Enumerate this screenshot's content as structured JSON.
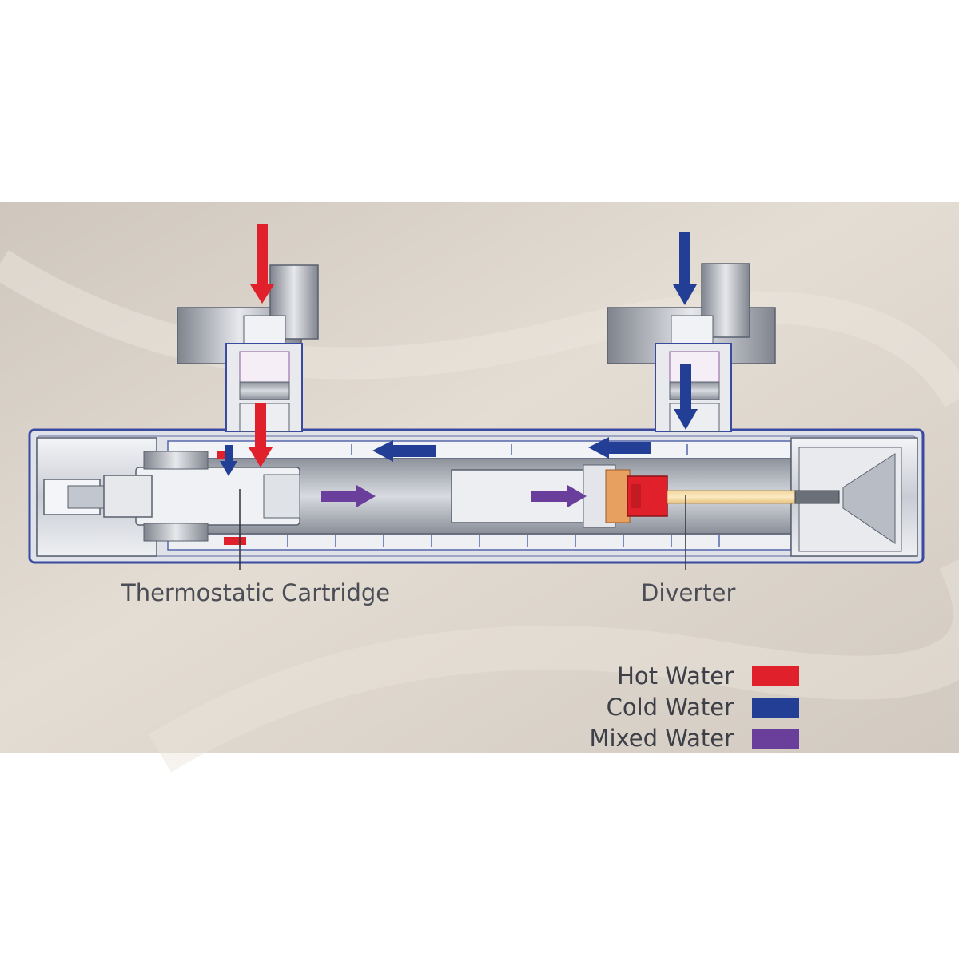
{
  "labels": {
    "thermostatic_cartridge": "Thermostatic Cartridge",
    "diverter": "Diverter"
  },
  "legend": [
    {
      "label": "Hot Water",
      "color": "#e0202b"
    },
    {
      "label": "Cold Water",
      "color": "#233f95"
    },
    {
      "label": "Mixed Water",
      "color": "#6a3f9b"
    }
  ],
  "colors": {
    "hot": "#e0202b",
    "cold": "#233f95",
    "mixed": "#6a3f9b",
    "panel_background": "#d9d2c8",
    "body_outline": "#3a4aa0",
    "body_fill": "#d6d9e0",
    "diverter_core": "#e8a060"
  }
}
